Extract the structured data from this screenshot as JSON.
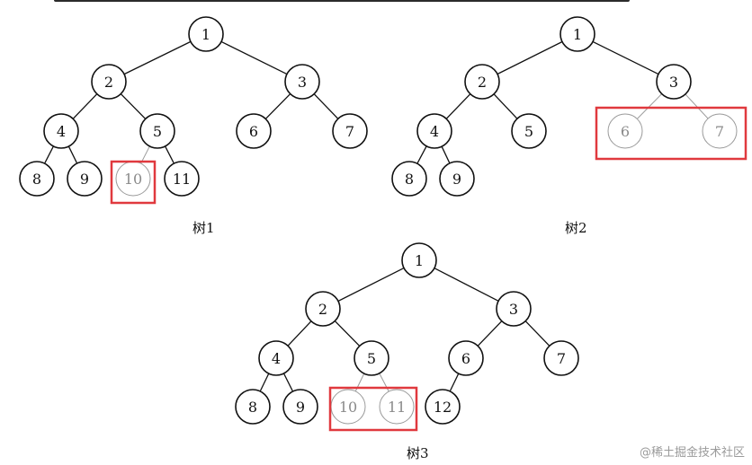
{
  "colors": {
    "node_stroke": "#111111",
    "node_text": "#111111",
    "faded_stroke": "#9a9a9a",
    "faded_text": "#8a8a8a",
    "highlight": "#e0393e"
  },
  "trees": [
    {
      "caption": "树1",
      "nodes": [
        "1",
        "2",
        "3",
        "4",
        "5",
        "6",
        "7",
        "8",
        "9",
        "10",
        "11"
      ],
      "edges": [
        [
          "1",
          "2"
        ],
        [
          "1",
          "3"
        ],
        [
          "2",
          "4"
        ],
        [
          "2",
          "5"
        ],
        [
          "3",
          "6"
        ],
        [
          "3",
          "7"
        ],
        [
          "4",
          "8"
        ],
        [
          "4",
          "9"
        ],
        [
          "5",
          "10"
        ],
        [
          "5",
          "11"
        ]
      ],
      "faded": [
        "10"
      ],
      "highlighted": [
        "10"
      ]
    },
    {
      "caption": "树2",
      "nodes": [
        "1",
        "2",
        "3",
        "4",
        "5",
        "6",
        "7",
        "8",
        "9"
      ],
      "edges": [
        [
          "1",
          "2"
        ],
        [
          "1",
          "3"
        ],
        [
          "2",
          "4"
        ],
        [
          "2",
          "5"
        ],
        [
          "3",
          "6"
        ],
        [
          "3",
          "7"
        ],
        [
          "4",
          "8"
        ],
        [
          "4",
          "9"
        ]
      ],
      "faded": [
        "6",
        "7"
      ],
      "highlighted": [
        "6",
        "7"
      ]
    },
    {
      "caption": "树3",
      "nodes": [
        "1",
        "2",
        "3",
        "4",
        "5",
        "6",
        "7",
        "8",
        "9",
        "10",
        "11",
        "12"
      ],
      "edges": [
        [
          "1",
          "2"
        ],
        [
          "1",
          "3"
        ],
        [
          "2",
          "4"
        ],
        [
          "2",
          "5"
        ],
        [
          "3",
          "6"
        ],
        [
          "3",
          "7"
        ],
        [
          "4",
          "8"
        ],
        [
          "4",
          "9"
        ],
        [
          "5",
          "10"
        ],
        [
          "5",
          "11"
        ],
        [
          "6",
          "12"
        ]
      ],
      "faded": [
        "10",
        "11"
      ],
      "highlighted": [
        "10",
        "11"
      ]
    }
  ],
  "watermark": "@稀土掘金技术社区"
}
